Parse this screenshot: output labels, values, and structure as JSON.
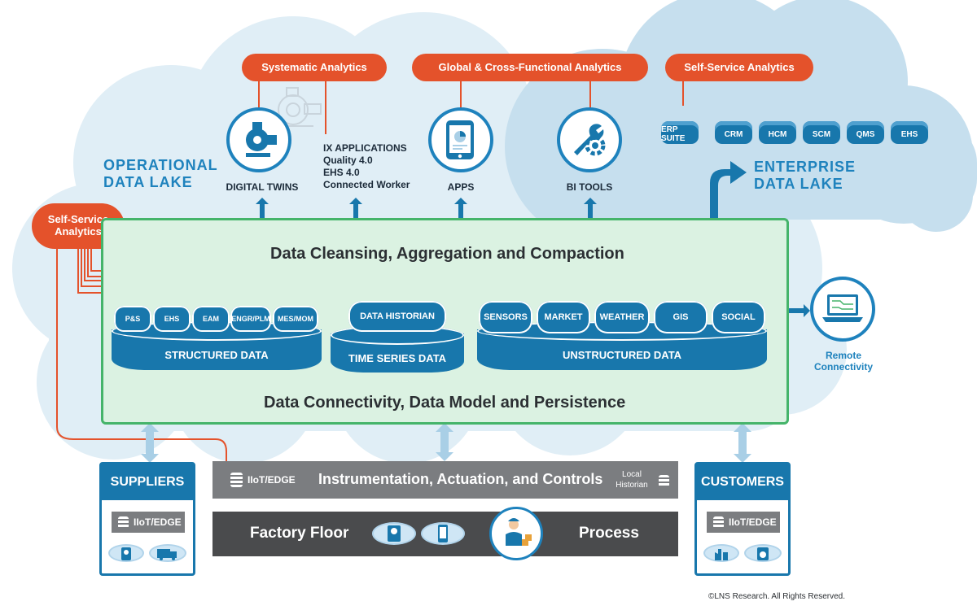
{
  "pills": {
    "systematic": "Systematic Analytics",
    "global": "Global & Cross-Functional Analytics",
    "self_service_top": "Self-Service Analytics",
    "self_service_left": "Self-Service Analytics"
  },
  "lakes": {
    "operational": "OPERATIONAL DATA LAKE",
    "enterprise": "ENTERPRISE DATA LAKE"
  },
  "tools": {
    "digital_twins": "DIGITAL TWINS",
    "ix_title": "IX APPLICATIONS",
    "ix_items": [
      "Quality 4.0",
      "EHS 4.0",
      "Connected Worker"
    ],
    "apps": "APPS",
    "bi_tools": "BI TOOLS"
  },
  "enterprise_dbs": [
    "ERP SUITE",
    "CRM",
    "HCM",
    "SCM",
    "QMS",
    "EHS"
  ],
  "main": {
    "top_title": "Data Cleansing, Aggregation and Compaction",
    "bottom_title": "Data Connectivity, Data Model and Persistence",
    "structured": {
      "label": "STRUCTURED DATA",
      "items": [
        "P&S",
        "EHS",
        "EAM",
        "ENGR/PLM",
        "MES/MOM"
      ]
    },
    "time_series": {
      "label": "TIME SERIES DATA",
      "top": "DATA HISTORIAN"
    },
    "unstructured": {
      "label": "UNSTRUCTURED DATA",
      "items": [
        "SENSORS",
        "MARKET",
        "WEATHER",
        "GIS",
        "SOCIAL"
      ]
    }
  },
  "remote": "Remote Connectivity",
  "suppliers": {
    "title": "SUPPLIERS",
    "tag": "IIoT/EDGE"
  },
  "customers": {
    "title": "CUSTOMERS",
    "tag": "IIoT/EDGE"
  },
  "instrumentation": {
    "tag": "IIoT/EDGE",
    "title": "Instrumentation, Actuation, and Controls",
    "local": "Local Historian"
  },
  "factory": {
    "left": "Factory Floor",
    "right": "Process"
  },
  "copyright": "©LNS Research. All Rights Reserved.",
  "colors": {
    "accent_orange": "#e4522b",
    "blue": "#1877ac",
    "green_border": "#45b46a",
    "cloud": "#dcecf5",
    "dark_bar": "#4a4b4d",
    "grey_bar": "#7b7d80"
  },
  "icons": [
    "pump-icon",
    "tablet-icon",
    "wrench-gear-icon",
    "laptop-icon",
    "database-icon",
    "gauge-icon",
    "truck-icon",
    "phone-icon",
    "worker-icon",
    "factory-icon",
    "washer-icon"
  ]
}
